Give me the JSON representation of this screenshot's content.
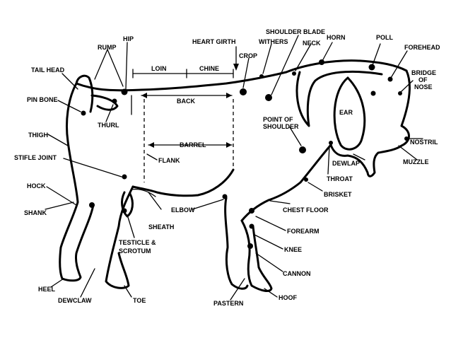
{
  "diagram": {
    "labels": {
      "hip": "HIP",
      "rump": "RUMP",
      "heart_girth": "HEART GIRTH",
      "shoulder_blade": "SHOULDER BLADE",
      "withers": "WITHERS",
      "horn": "HORN",
      "poll": "POLL",
      "forehead": "FOREHEAD",
      "crop": "CROP",
      "neck": "NECK",
      "tail_head": "TAIL HEAD",
      "loin": "LOIN",
      "chine": "CHINE",
      "bridge_of_nose_1": "BRIDGE",
      "bridge_of_nose_2": "OF",
      "bridge_of_nose_3": "NOSE",
      "pin_bone": "PIN BONE",
      "back": "BACK",
      "thurl": "THURL",
      "ear": "EAR",
      "point_of_shoulder_1": "POINT OF",
      "point_of_shoulder_2": "SHOULDER",
      "thigh": "THIGH",
      "barrel": "BARREL",
      "nostril": "NOSTRIL",
      "stifle_joint": "STIFLE JOINT",
      "flank": "FLANK",
      "dewlap": "DEWLAP",
      "muzzle": "MUZZLE",
      "throat": "THROAT",
      "hock": "HOCK",
      "brisket": "BRISKET",
      "shank": "SHANK",
      "elbow": "ELBOW",
      "chest_floor": "CHEST FLOOR",
      "sheath": "SHEATH",
      "forearm": "FOREARM",
      "testicle_scrotum_1": "TESTICLE &",
      "testicle_scrotum_2": "SCROTUM",
      "knee": "KNEE",
      "cannon": "CANNON",
      "heel": "HEEL",
      "hoof": "HOOF",
      "dewclaw": "DEWCLAW",
      "toe": "TOE",
      "pastern": "PASTERN"
    }
  }
}
